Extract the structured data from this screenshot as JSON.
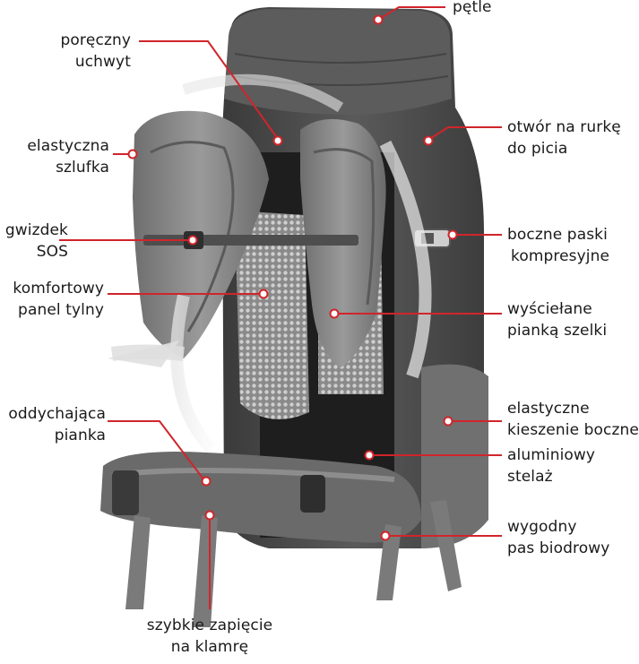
{
  "accent_color": "#d0252b",
  "labels": {
    "petle": "pętle",
    "poreczny_1": "poręczny",
    "poreczny_2": "uchwyt",
    "szlufka_1": "elastyczna",
    "szlufka_2": "szlufka",
    "sos_1": "gwizdek",
    "sos_2": "SOS",
    "panel_1": "komfortowy",
    "panel_2": "panel tylny",
    "pianka_1": "oddychająca",
    "pianka_2": "pianka",
    "klamra_1": "szybkie zapięcie",
    "klamra_2": "na klamrę",
    "rurka_1": "otwór na rurkę",
    "rurka_2": "do picia",
    "paski_1": "boczne paski",
    "paski_2": "kompresyjne",
    "szelki_1": "wyściełane",
    "szelki_2": "pianką szelki",
    "kieszenie_1": "elastyczne",
    "kieszenie_2": "kieszenie boczne",
    "stelaz_1": "aluminiowy",
    "stelaz_2": "stelaż",
    "pas_1": "wygodny",
    "pas_2": "pas biodrowy"
  }
}
